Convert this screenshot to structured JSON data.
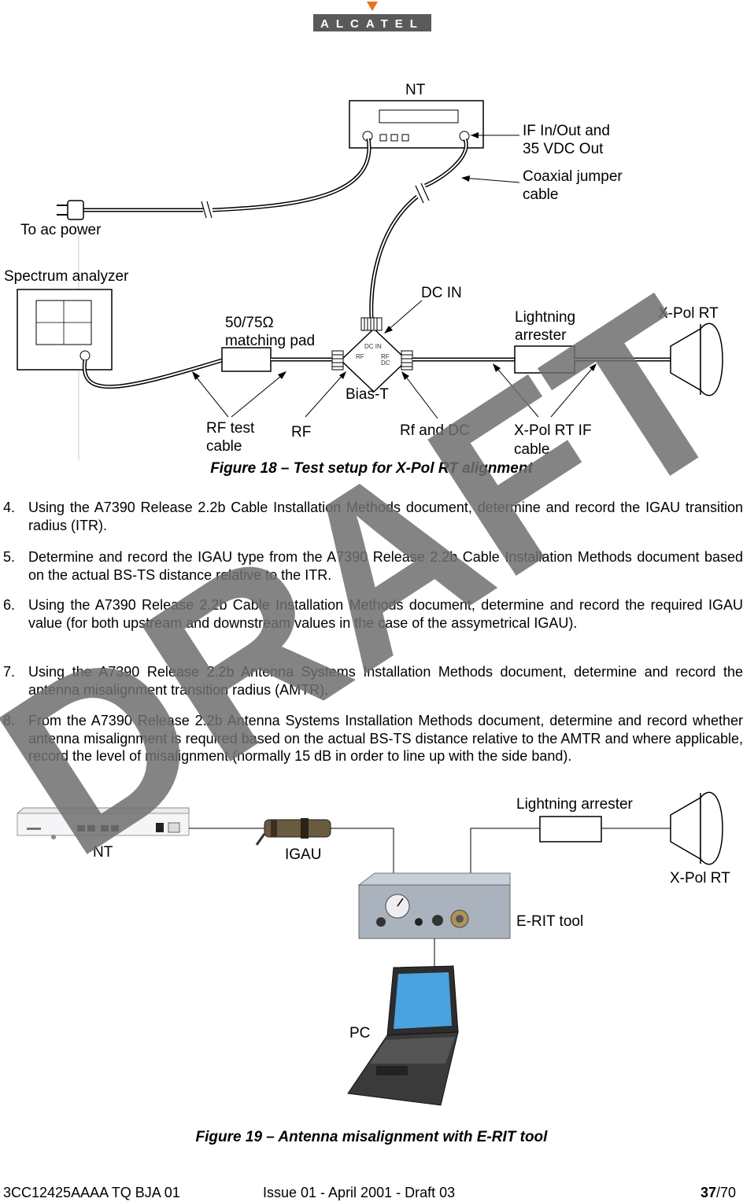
{
  "header": {
    "brand": "ALCATEL"
  },
  "figure18": {
    "labels": {
      "nt": "NT",
      "if_line1": "IF In/Out and",
      "if_line2": "35 VDC Out",
      "coax_line1": "Coaxial jumper",
      "coax_line2": "cable",
      "ac_power": "To ac power",
      "spectrum": "Spectrum analyzer",
      "dc_in": "DC IN",
      "pad_line1": "50/75Ω",
      "pad_line2": "matching pad",
      "arrester_line1": "Lightning",
      "arrester_line2": "arrester",
      "xpol_rt": "X-Pol RT",
      "bias_t": "Bias-T",
      "rf_test_line1": "RF test",
      "rf_test_line2": "cable",
      "rf": "RF",
      "rf_dc": "Rf and DC",
      "xpol_cable_line1": "X-Pol RT IF",
      "xpol_cable_line2": "cable",
      "bias_dc_in": "DC IN",
      "bias_rf": "RF",
      "bias_rf_dc_1": "RF",
      "bias_rf_dc_2": "DC"
    },
    "caption": "Figure 18 – Test setup for X-Pol RT alignment"
  },
  "steps": [
    {
      "num": "4.",
      "text": "Using the A7390 Release 2.2b Cable Installation Methods document, determine and record the IGAU transition radius (ITR)."
    },
    {
      "num": "5.",
      "text": "Determine and record the IGAU type from the A7390 Release 2.2b Cable Installation Methods document based on the actual BS-TS distance relative to the ITR."
    },
    {
      "num": "6.",
      "text": "Using the A7390 Release 2.2b Cable Installation Methods document, determine and record the required IGAU value (for both upstream and downstream values in the case of the assymetrical IGAU)."
    },
    {
      "num": "7.",
      "text": "Using the A7390 Release 2.2b Antenna Systems Installation Methods document, determine and record the antenna misalignment transition radius (AMTR)."
    },
    {
      "num": "8.",
      "text": "From the A7390 Release 2.2b Antenna Systems Installation Methods document, determine and record whether antenna misalignment is required based on the actual BS-TS distance relative to the AMTR and where applicable, record the level of misalignment (normally 15 dB in order to line up with the side band)."
    }
  ],
  "figure19": {
    "labels": {
      "nt": "NT",
      "igau": "IGAU",
      "arrester": "Lightning arrester",
      "xpol_rt": "X-Pol RT",
      "erit": "E-RIT tool",
      "pc": "PC"
    },
    "caption": "Figure 19 – Antenna misalignment with E-RIT tool"
  },
  "watermark": "DRAFT",
  "footer": {
    "doc_id": "3CC12425AAAA TQ BJA 01",
    "issue": "Issue 01 - April 2001 - Draft 03",
    "page_current": "37",
    "page_total": "/70"
  }
}
